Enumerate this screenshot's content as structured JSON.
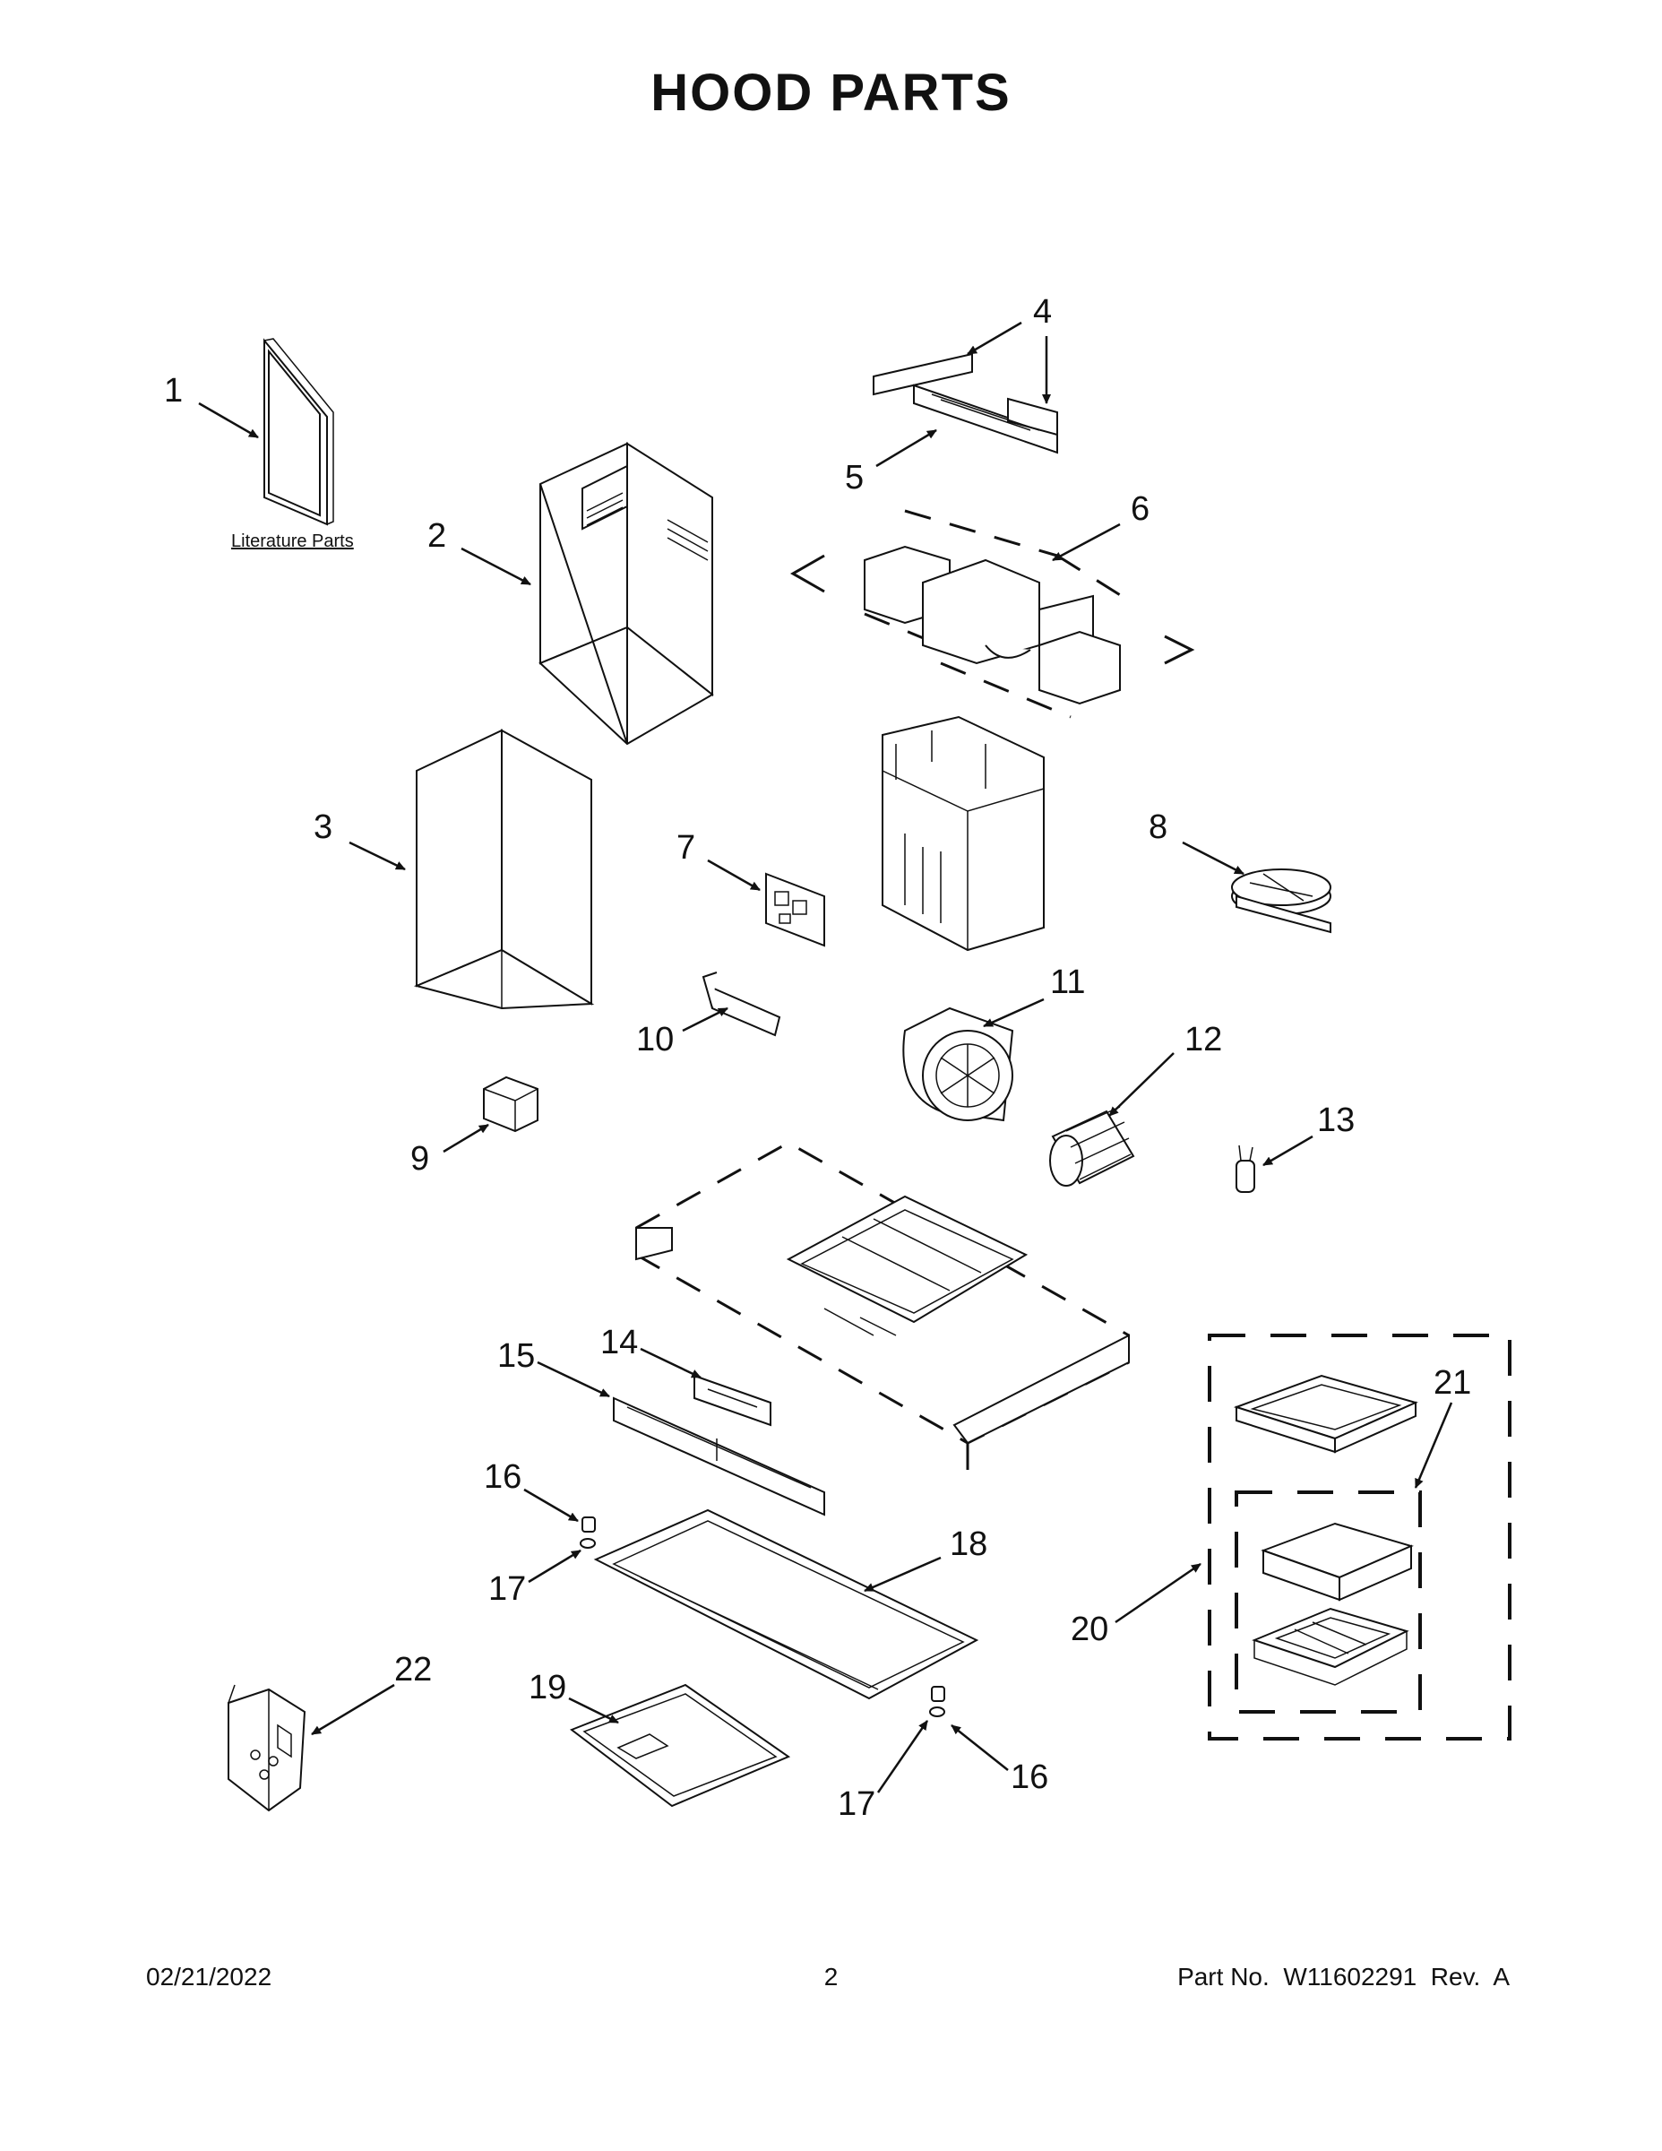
{
  "title": "HOOD PARTS",
  "literature_label": "Literature Parts",
  "callouts": [
    "1",
    "2",
    "3",
    "4",
    "5",
    "6",
    "7",
    "8",
    "9",
    "10",
    "11",
    "12",
    "13",
    "14",
    "15",
    "16",
    "17",
    "18",
    "19",
    "20",
    "21",
    "22"
  ],
  "footer": {
    "date": "02/21/2022",
    "page": "2",
    "part_no": "Part No.  W11602291  Rev.  A"
  }
}
